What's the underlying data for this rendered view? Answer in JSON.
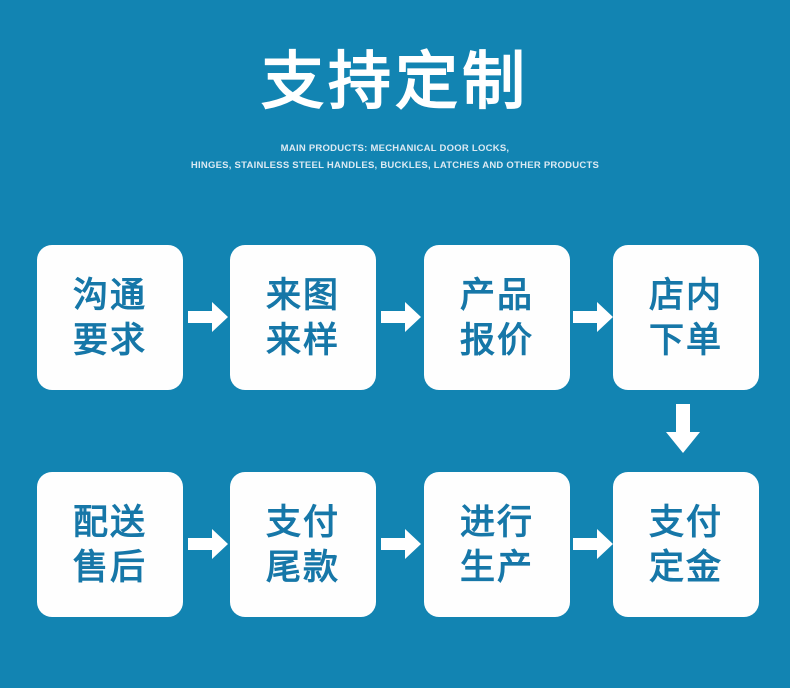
{
  "header": {
    "title": "支持定制",
    "subtitle_line_1": "MAIN PRODUCTS: MECHANICAL DOOR LOCKS,",
    "subtitle_line_2": "HINGES, STAINLESS STEEL HANDLES, BUCKLES, LATCHES AND OTHER PRODUCTS"
  },
  "colors": {
    "background": "#1284b2",
    "box_background": "#fefefe",
    "box_text": "#1677a8",
    "title_text": "#ffffff",
    "subtitle_text": "#dceaf3",
    "arrow": "#ffffff"
  },
  "flow": {
    "row1": [
      {
        "line1": "沟通",
        "line2": "要求"
      },
      {
        "line1": "来图",
        "line2": "来样"
      },
      {
        "line1": "产品",
        "line2": "报价"
      },
      {
        "line1": "店内",
        "line2": "下单"
      }
    ],
    "row2": [
      {
        "line1": "配送",
        "line2": "售后"
      },
      {
        "line1": "支付",
        "line2": "尾款"
      },
      {
        "line1": "进行",
        "line2": "生产"
      },
      {
        "line1": "支付",
        "line2": "定金"
      }
    ]
  },
  "connectors": {
    "row1_arrows": [
      "arrow-right-icon",
      "arrow-right-icon",
      "arrow-right-icon"
    ],
    "row2_arrows": [
      "arrow-right-icon",
      "arrow-right-icon",
      "arrow-right-icon"
    ],
    "down_arrow": "arrow-down-icon"
  }
}
